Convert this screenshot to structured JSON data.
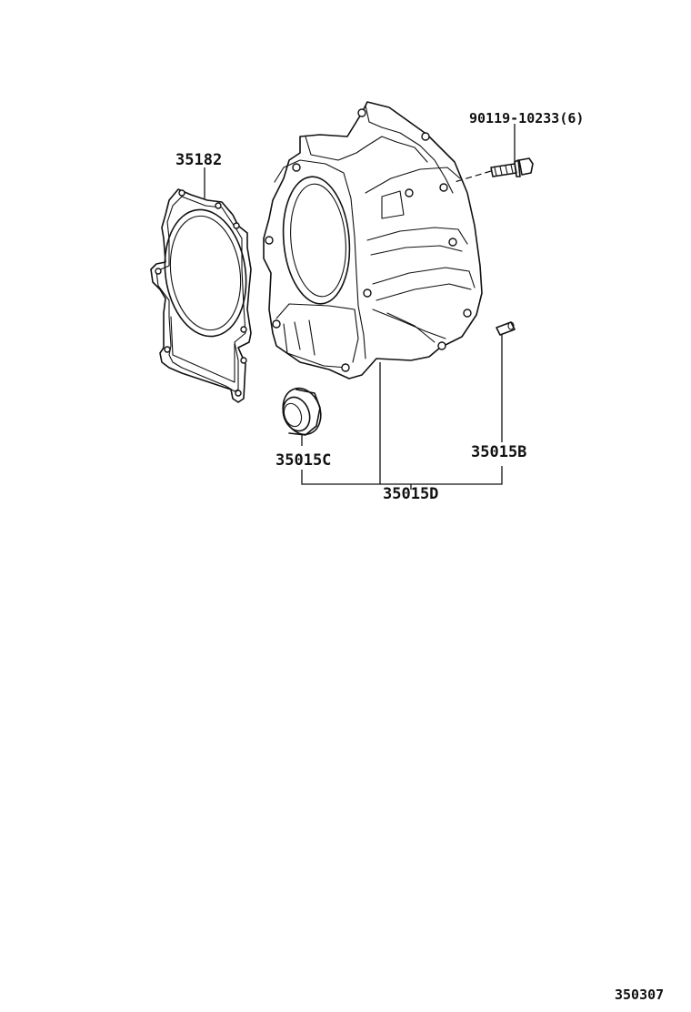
{
  "parts": {
    "bolt": {
      "label": "90119-10233(6)",
      "icon": "flange-bolt-icon"
    },
    "gasket": {
      "label": "35182",
      "icon": "gasket-icon"
    },
    "housing": {
      "icon": "extension-housing-icon"
    },
    "oil_seal": {
      "label": "35015C",
      "icon": "oil-seal-icon"
    },
    "dowel_pin": {
      "label": "35015B",
      "icon": "dowel-pin-icon"
    },
    "assembly": {
      "label": "35015D"
    }
  },
  "figure_code": "350307"
}
